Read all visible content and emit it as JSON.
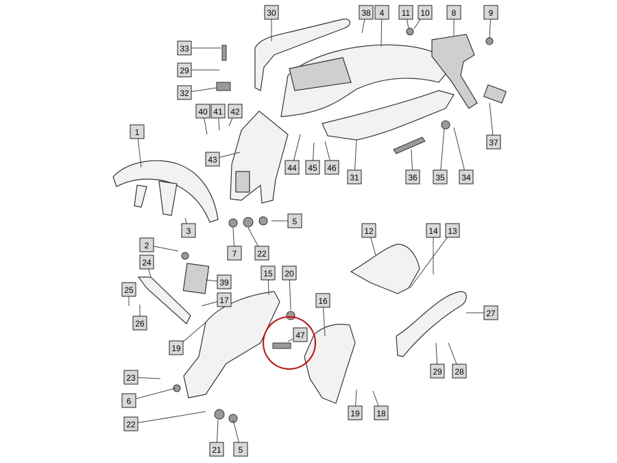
{
  "diagram": {
    "highlight_color": "#e00000",
    "label_fill": "#d9d9d9",
    "callouts": [
      {
        "text": "30"
      },
      {
        "text": "38"
      },
      {
        "text": "4"
      },
      {
        "text": "11"
      },
      {
        "text": "10"
      },
      {
        "text": "8"
      },
      {
        "text": "9"
      },
      {
        "text": "33"
      },
      {
        "text": "29"
      },
      {
        "text": "32"
      },
      {
        "text": "40"
      },
      {
        "text": "41"
      },
      {
        "text": "42"
      },
      {
        "text": "1"
      },
      {
        "text": "43"
      },
      {
        "text": "44"
      },
      {
        "text": "45"
      },
      {
        "text": "46"
      },
      {
        "text": "31"
      },
      {
        "text": "36"
      },
      {
        "text": "35"
      },
      {
        "text": "34"
      },
      {
        "text": "37"
      },
      {
        "text": "5"
      },
      {
        "text": "3"
      },
      {
        "text": "7"
      },
      {
        "text": "22"
      },
      {
        "text": "2"
      },
      {
        "text": "12"
      },
      {
        "text": "14"
      },
      {
        "text": "13"
      },
      {
        "text": "24"
      },
      {
        "text": "39"
      },
      {
        "text": "15"
      },
      {
        "text": "20"
      },
      {
        "text": "16"
      },
      {
        "text": "25"
      },
      {
        "text": "17"
      },
      {
        "text": "26"
      },
      {
        "text": "27"
      },
      {
        "text": "47"
      },
      {
        "text": "19"
      },
      {
        "text": "29"
      },
      {
        "text": "28"
      },
      {
        "text": "23"
      },
      {
        "text": "6"
      },
      {
        "text": "19"
      },
      {
        "text": "18"
      },
      {
        "text": "22"
      },
      {
        "text": "21"
      },
      {
        "text": "5"
      }
    ]
  }
}
